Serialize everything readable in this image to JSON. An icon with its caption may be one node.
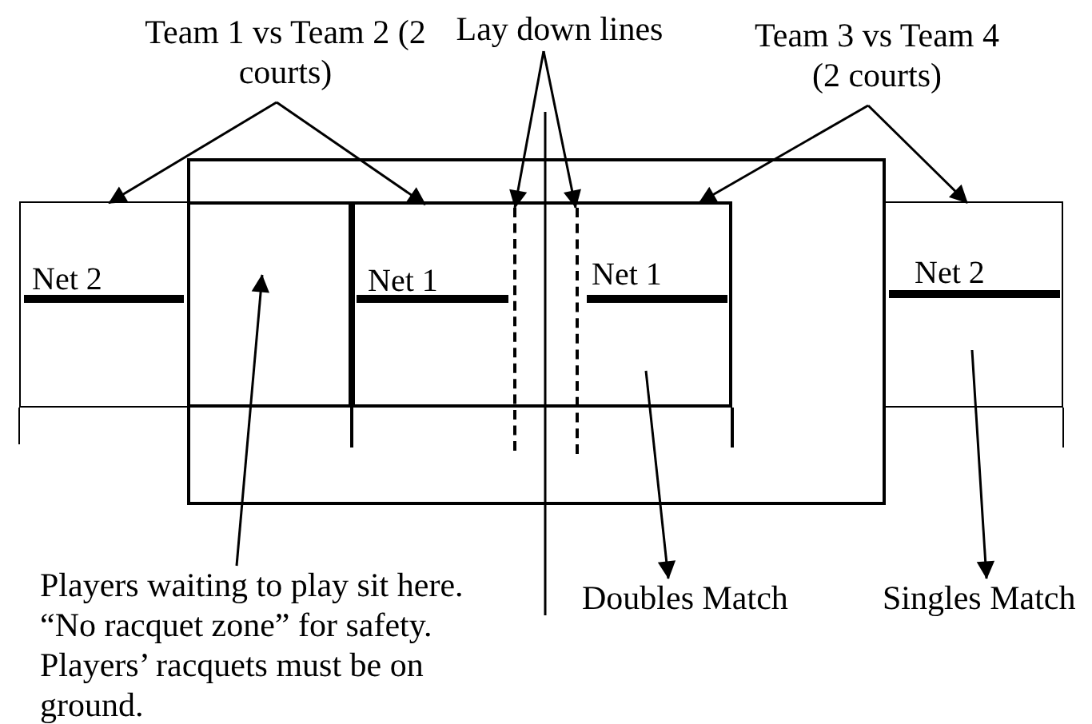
{
  "diagram": {
    "nodes": [
      {
        "text": [
          "Team 1 vs Team 2 (2 courts)"
        ]
      },
      {
        "text": [
          "Lay down lines"
        ]
      },
      {
        "text": [
          "Team 3 vs Team 4 (2 courts)"
        ]
      },
      {
        "text": [
          "Players waiting to play sit here. “No racquet zone” for safety. Players’ racquets must be on ground."
        ]
      },
      {
        "text": [
          "Doubles Match"
        ]
      },
      {
        "text": [
          "Singles Match"
        ]
      },
      {
        "text": [],
        "shape": "box"
      },
      {
        "text": [],
        "shape": "box"
      },
      {
        "text": [],
        "shape": "box"
      },
      {
        "text": [],
        "shape": "bar"
      },
      {
        "text": [],
        "shape": "bar"
      },
      {
        "text": [],
        "shape": "box"
      },
      {
        "text": [],
        "shape": "box"
      }
    ],
    "edges": [
      {
        "from": 0,
        "to": 6,
        "arrow": "to"
      },
      {
        "from": 0,
        "to": 8,
        "arrow": "to"
      },
      {
        "from": 1,
        "to": 9,
        "arrow": "to"
      },
      {
        "from": 1,
        "to": 10,
        "arrow": "to"
      },
      {
        "from": 2,
        "to": 11,
        "arrow": "to"
      },
      {
        "from": 2,
        "to": 12,
        "arrow": "to"
      },
      {
        "from": 3,
        "to": 7,
        "arrow": "to"
      },
      {
        "from": 11,
        "to": 4,
        "arrow": "to"
      },
      {
        "from": 12,
        "to": 5,
        "arrow": "to"
      }
    ],
    "labels": [
      "Net 2",
      "Net 1",
      "Net 1",
      "Net 2"
    ]
  }
}
